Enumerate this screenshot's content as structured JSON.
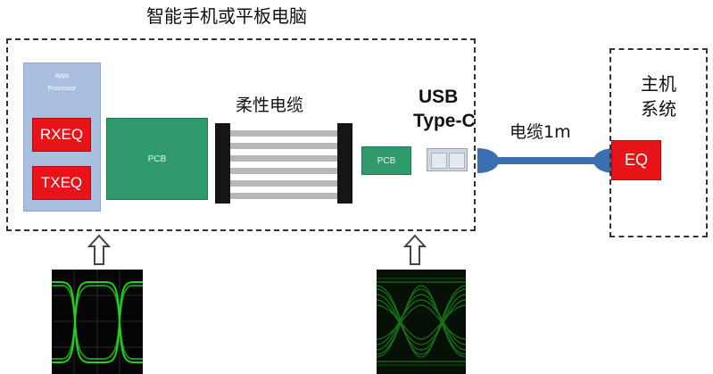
{
  "device": {
    "title": "智能手机或平板电脑"
  },
  "ap": {
    "name": "Apps",
    "sub": "Processor"
  },
  "eq": {
    "rx": "RXEQ",
    "tx": "TXEQ",
    "host": "EQ"
  },
  "pcb": {
    "main": "PCB",
    "small": "PCB"
  },
  "flex": {
    "label": "柔性电缆"
  },
  "usb": {
    "line1": "USB",
    "line2": "Type-C"
  },
  "cable": {
    "label": "电缆1m"
  },
  "host": {
    "line1": "主机",
    "line2": "系统"
  },
  "colors": {
    "cable": "#3a6fb0",
    "eq": "#e8141a",
    "pcb": "#2f9a6c",
    "processor": "#a9bfdf",
    "eye": "#27d827"
  }
}
